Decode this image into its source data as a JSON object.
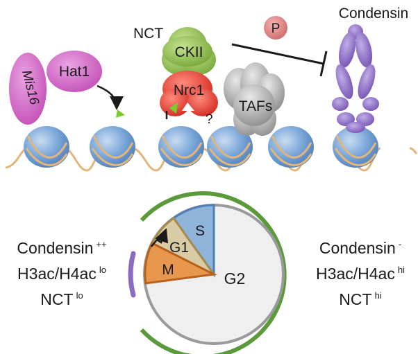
{
  "top": {
    "nct_label": "NCT",
    "condensin_label": "Condensin",
    "phospho_label": "P",
    "ckii_label": "CKII",
    "nrc1_label": "Nrc1",
    "tafs_label": "TAFs",
    "question_label": "?",
    "hat1_label": "Hat1",
    "mis16_label": "Mis16"
  },
  "cycle": {
    "phases": [
      {
        "label": "S",
        "color": "#8fb3d9"
      },
      {
        "label": "G1",
        "color": "#d8cba6"
      },
      {
        "label": "M",
        "color": "#e8974e"
      },
      {
        "label": "G2",
        "color": "#efefef"
      }
    ],
    "outer_ring_color": "#5b9a3a"
  },
  "left_state": {
    "line1": "Condensin",
    "line1_sup": "++",
    "line2": "H3ac/H4ac",
    "line2_sup": "lo",
    "line3": "NCT",
    "line3_sup": "lo"
  },
  "right_state": {
    "line1": "Condensin",
    "line1_sup": "-",
    "line2": "H3ac/H4ac",
    "line2_sup": "hi",
    "line3": "NCT",
    "line3_sup": "hi"
  },
  "colors": {
    "nucleosome": "#7aa6d8",
    "dna": "#e2b57c",
    "hat1": "#cf5fc4",
    "ckii": "#8fbf4a",
    "nrc1": "#e23b30",
    "tafs": "#a9a9a9",
    "condensin": "#8a6cc0",
    "acetyl": "#7acb2c"
  }
}
